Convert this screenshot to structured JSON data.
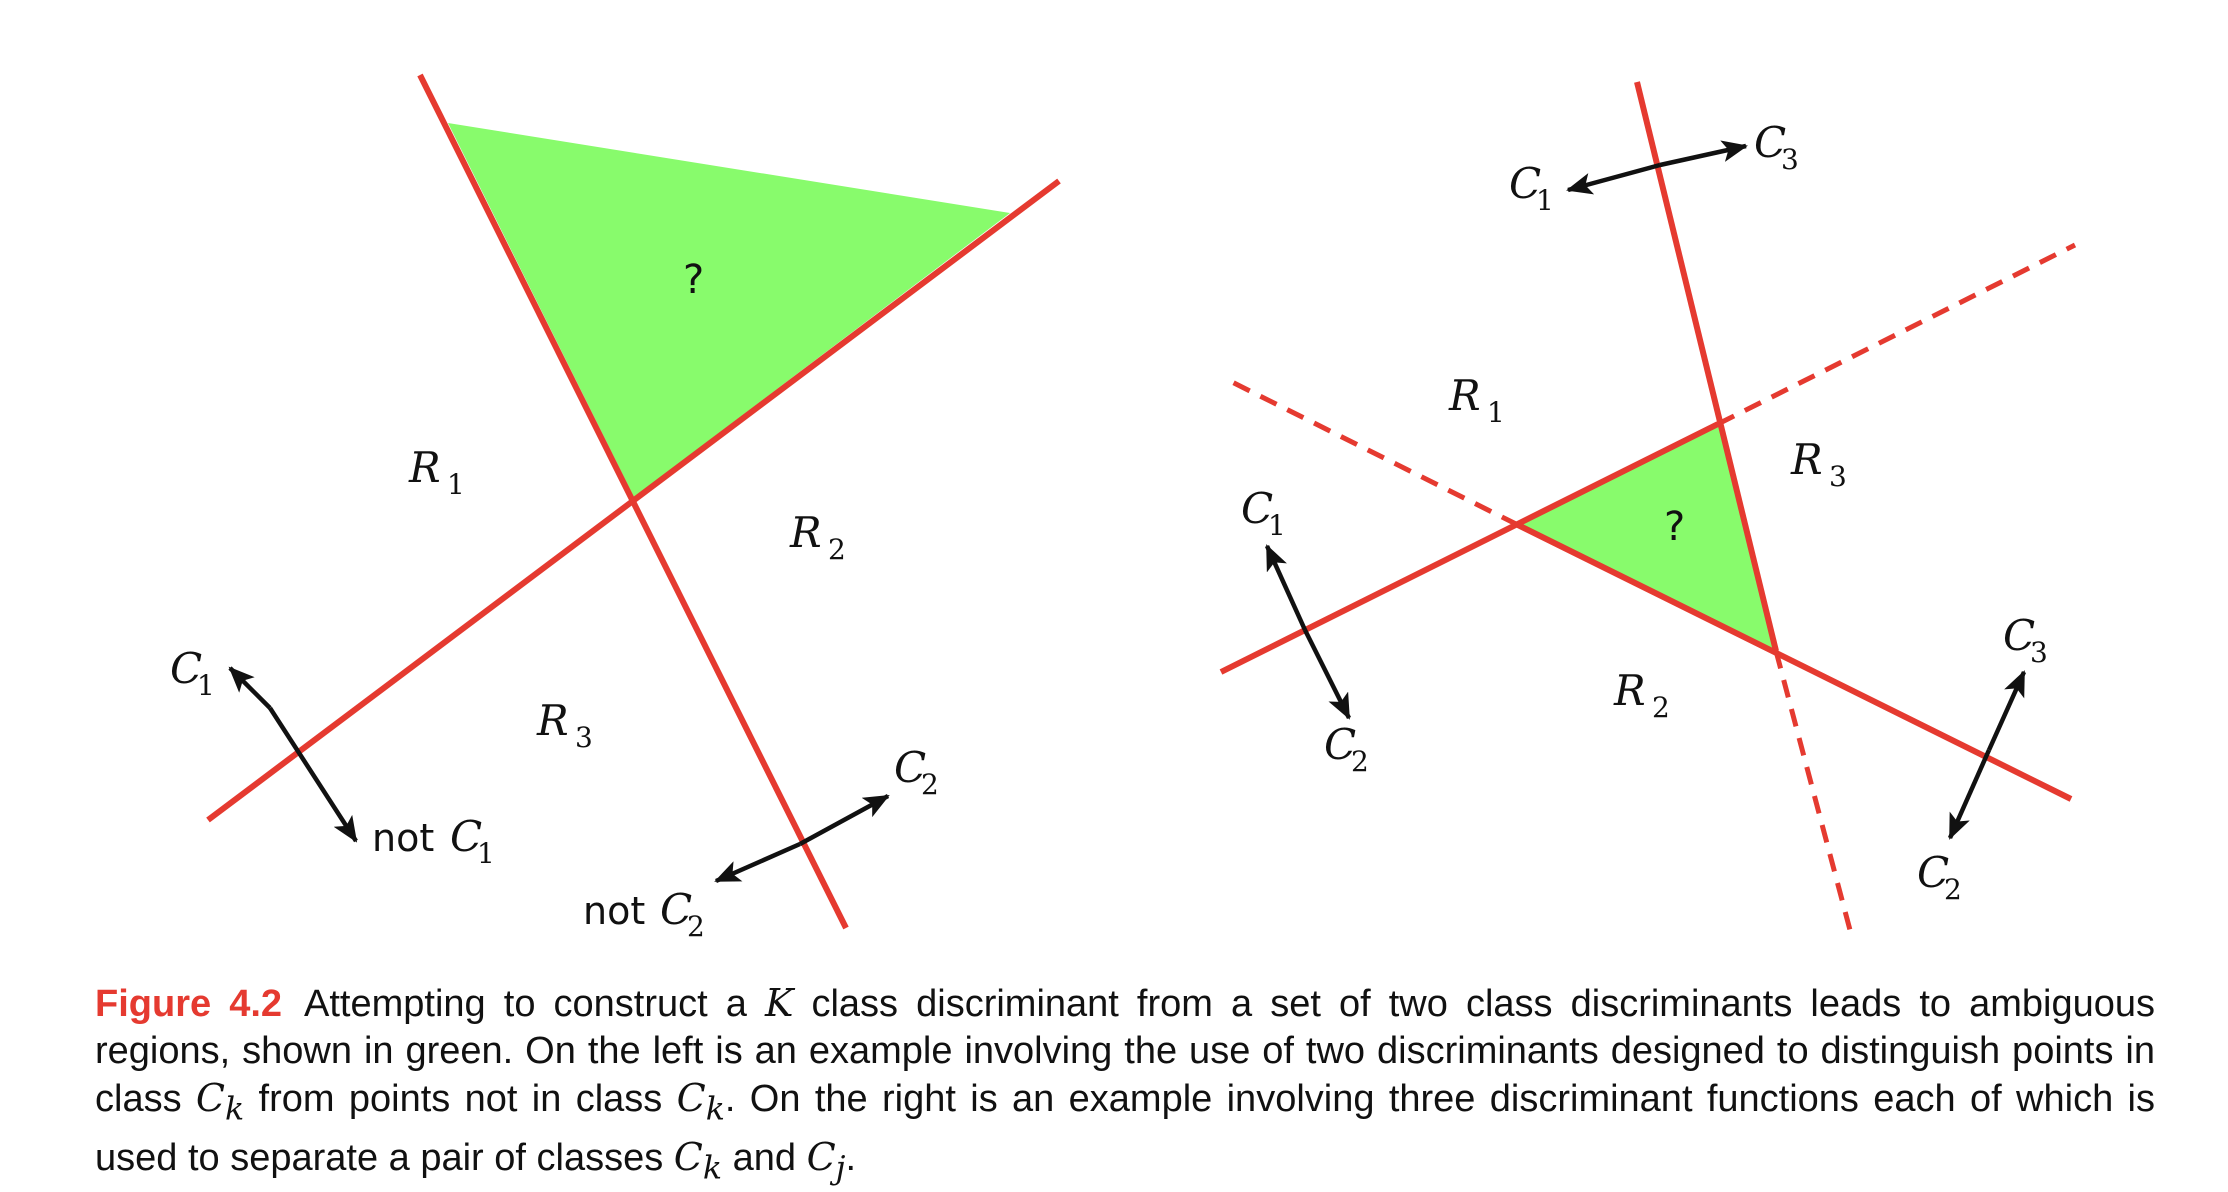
{
  "figure": {
    "left_panel": {
      "ambiguous_mark": "?",
      "regions": {
        "r1": "R",
        "r1_sub": "1",
        "r2": "R",
        "r2_sub": "2",
        "r3": "R",
        "r3_sub": "3"
      },
      "arrow1": {
        "top": "C",
        "top_sub": "1",
        "bottom_prefix": "not ",
        "bottom": "C",
        "bottom_sub": "1"
      },
      "arrow2": {
        "top": "C",
        "top_sub": "2",
        "bottom_prefix": "not ",
        "bottom": "C",
        "bottom_sub": "2"
      }
    },
    "right_panel": {
      "ambiguous_mark": "?",
      "regions": {
        "r1": "R",
        "r1_sub": "1",
        "r2": "R",
        "r2_sub": "2",
        "r3": "R",
        "r3_sub": "3"
      },
      "arrow_top": {
        "left": "C",
        "left_sub": "1",
        "right": "C",
        "right_sub": "3"
      },
      "arrow_left": {
        "top": "C",
        "top_sub": "1",
        "bottom": "C",
        "bottom_sub": "2"
      },
      "arrow_right": {
        "top": "C",
        "top_sub": "3",
        "bottom": "C",
        "bottom_sub": "2"
      }
    },
    "colors": {
      "boundary": "#e53a30",
      "ambiguous_region": "#88fb6c",
      "arrow": "#111111",
      "caption_label": "#e53a30"
    }
  },
  "caption": {
    "label": "Figure 4.2",
    "text1": "Attempting to construct a ",
    "K": "K",
    "text2": " class discriminant from a set of two class discriminants leads to ambiguous regions, shown in green. On the left is an example involving the use of two discriminants designed to distinguish points in class ",
    "Ck1": "C",
    "k1": "k",
    "text3": " from points not in class ",
    "Ck2": "C",
    "k2": "k",
    "text4": ". On the right is an example involving three discriminant functions each of which is used to separate a pair of classes ",
    "Ck3": "C",
    "k3": "k",
    "text5": " and ",
    "Cj": "C",
    "j": "j",
    "text6": "."
  }
}
